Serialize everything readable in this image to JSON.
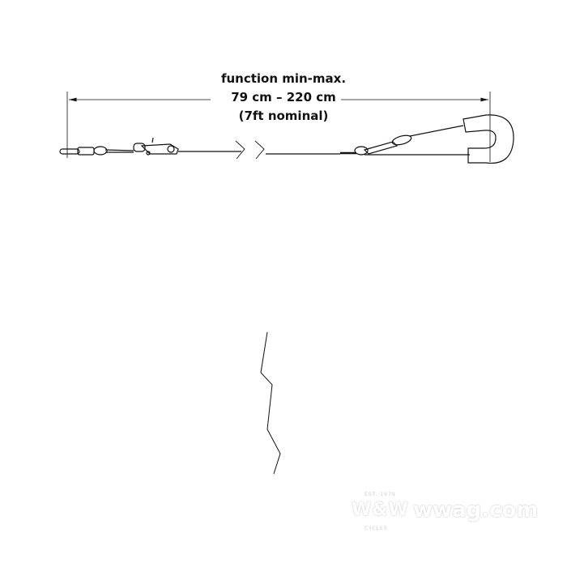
{
  "dimension": {
    "line1": "function min-max.",
    "line2": "79 cm – 220 cm",
    "line3": "(7ft nominal)"
  },
  "watermark": {
    "established": "EST. 1979",
    "brand": "W&W",
    "city": "CYCLES",
    "url": "wwag.com"
  },
  "colors": {
    "line": "#111111",
    "watermark": "#d8d8d8"
  }
}
